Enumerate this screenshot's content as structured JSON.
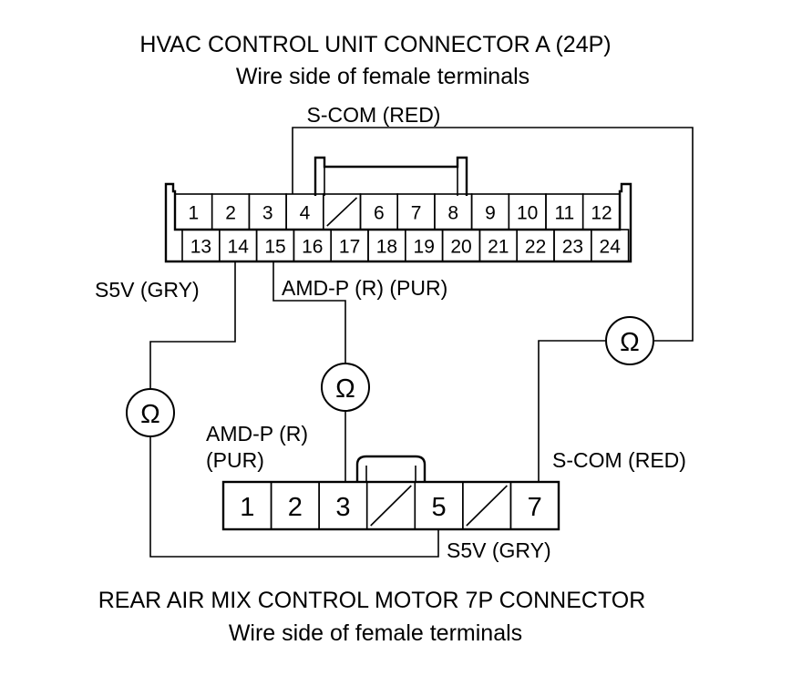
{
  "top_connector": {
    "title": "HVAC CONTROL UNIT CONNECTOR A (24P)",
    "subtitle": "Wire side of female terminals",
    "row1_pins": [
      "1",
      "2",
      "3",
      "4",
      "",
      "6",
      "7",
      "8",
      "9",
      "10",
      "11",
      "12"
    ],
    "row2_pins": [
      "13",
      "14",
      "15",
      "16",
      "17",
      "18",
      "19",
      "20",
      "21",
      "22",
      "23",
      "24"
    ]
  },
  "bottom_connector": {
    "title": "REAR AIR MIX CONTROL MOTOR 7P CONNECTOR",
    "subtitle": "Wire side of female terminals",
    "pins": [
      "1",
      "2",
      "3",
      "",
      "5",
      "",
      "7"
    ]
  },
  "wires": {
    "scom_top": "S-COM (RED)",
    "s5v_top": "S5V (GRY)",
    "amdp_top": "AMD-P (R) (PUR)",
    "amdp_bottom_line1": "AMD-P (R)",
    "amdp_bottom_line2": "(PUR)",
    "scom_bottom": "S-COM (RED)",
    "s5v_bottom": "S5V (GRY)"
  },
  "meters": [
    {
      "symbol": "Ω",
      "name": "ohmmeter-s5v"
    },
    {
      "symbol": "Ω",
      "name": "ohmmeter-amdp"
    },
    {
      "symbol": "Ω",
      "name": "ohmmeter-scom"
    }
  ]
}
